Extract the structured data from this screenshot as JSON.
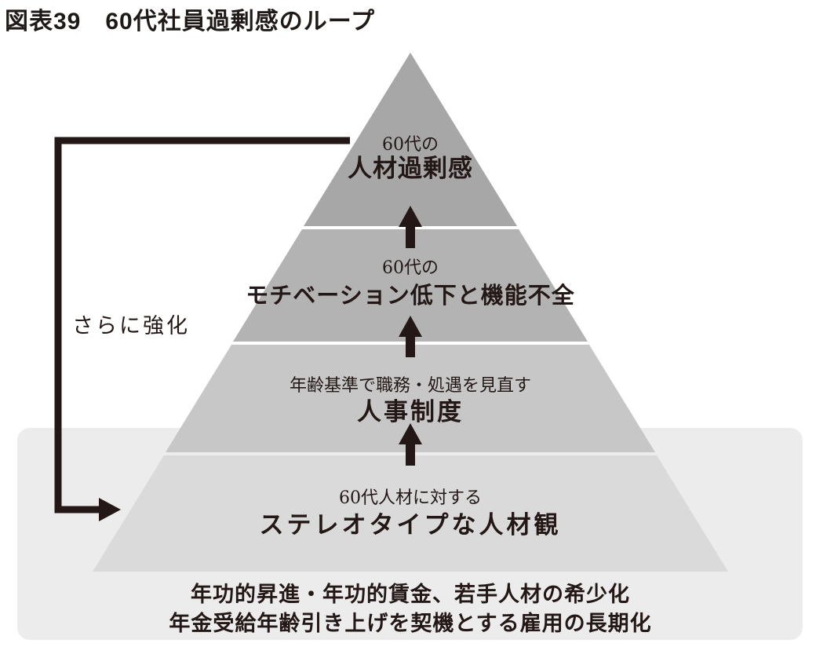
{
  "title": "図表39　60代社員過剰感のループ",
  "loop_label": "さらに強化",
  "pyramid": {
    "levels": [
      {
        "sub": "60代の",
        "main": "人材過剰感",
        "color": "#a7a7a7"
      },
      {
        "sub": "60代の",
        "main": "モチベーション低下と機能不全",
        "color": "#b3b3b3"
      },
      {
        "sub": "年齢基準で職務・処遇を見直す",
        "main": "人事制度",
        "color": "#c7c7c7"
      },
      {
        "sub": "60代人材に対する",
        "main": "ステレオタイプな人材観",
        "color": "#dadada"
      }
    ]
  },
  "base": {
    "line1": "年功的昇進・年功的賃金、若手人材の希少化",
    "line2": "年金受給年齢引き上げを契機とする雇用の長期化",
    "bg_color": "#ececec"
  },
  "colors": {
    "arrow": "#231815",
    "text": "#231815"
  }
}
